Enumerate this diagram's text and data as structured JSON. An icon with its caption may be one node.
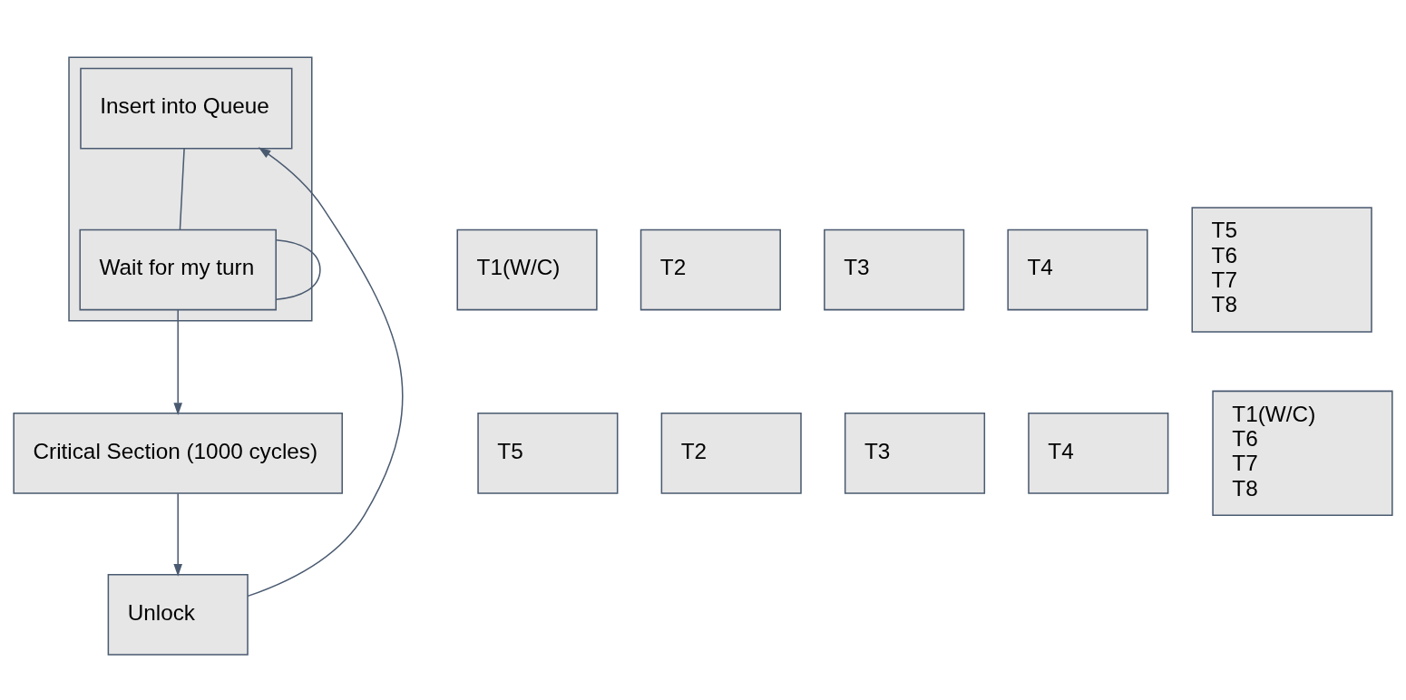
{
  "diagram": {
    "nodes": [
      {
        "text": [],
        "shape": "box"
      },
      {
        "text": [
          "Insert into Queue"
        ],
        "in": 0
      },
      {
        "text": [
          "Wait for my turn"
        ],
        "in": 0
      },
      {
        "text": [
          "Critical Section (1000 cycles)"
        ]
      },
      {
        "text": [
          "Unlock"
        ]
      },
      {
        "text": [
          "T1(W/C)"
        ]
      },
      {
        "text": [
          "T2"
        ]
      },
      {
        "text": [
          "T3"
        ]
      },
      {
        "text": [
          "T4"
        ]
      },
      {
        "text": [
          "T5",
          "T6",
          "T7",
          "T8"
        ]
      },
      {
        "text": [
          "T5"
        ]
      },
      {
        "text": [
          "T2"
        ]
      },
      {
        "text": [
          "T3"
        ]
      },
      {
        "text": [
          "T4"
        ]
      },
      {
        "text": [
          "T1(W/C)",
          "T6",
          "T7",
          "T8"
        ]
      }
    ],
    "edges": [
      {
        "from": 1,
        "to": 2,
        "arrow": "none"
      },
      {
        "from": 2,
        "to": 2,
        "arrow": "none"
      },
      {
        "from": 2,
        "to": 3,
        "arrow": "to"
      },
      {
        "from": 3,
        "to": 4,
        "arrow": "to"
      },
      {
        "from": 4,
        "to": 1,
        "arrow": "to"
      }
    ]
  }
}
